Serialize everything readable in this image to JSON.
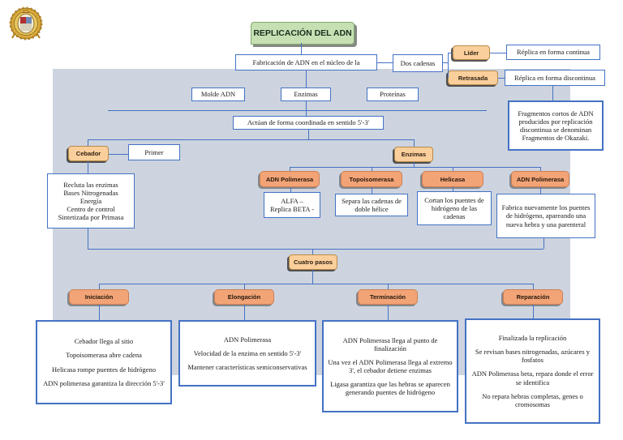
{
  "colors": {
    "panel_background": "#cdd4df",
    "connector_line": "#4472c4",
    "tan_fill": "#fbcf9b",
    "orange_fill": "#f2a477",
    "green_fill": "#c6e0b4",
    "box_border": "#4472c4"
  },
  "header": {
    "title": "REPLICACIÓN DEL ADN",
    "logo_icon": "university-seal"
  },
  "top_flow": {
    "fabricacion": "Fabricación de ADN en el núcleo de la",
    "dos_cadenas": "Dos cadenas",
    "lider": "Líder",
    "replica_continua": "Réplica en forma continua",
    "retrasada": "Retrasada",
    "replica_discontinua": "Réplica en forma discontinua",
    "okazaki": "Fragmentos cortos de ADN producidos por replicación discontinua se denominan Fragmentos de Okazaki.",
    "molde_adn": "Molde ADN",
    "enzimas": "Enzimas",
    "proteinas": "Proteínas",
    "actuan": "Actúan de forma coordinada en sentido 5'-3'"
  },
  "cebador_branch": {
    "cebador": "Cebador",
    "primer": "Primer",
    "recluta": [
      "Recluta las enzimas",
      "Bases Nitrogenadas",
      "Energía",
      "Centro de control",
      "Sintetizada por Primasa"
    ]
  },
  "enzimas_branch": {
    "label": "Enzimas",
    "items": [
      {
        "name": "ADN Polimerasa",
        "detail": [
          "ALFA –",
          "Replica BETA -"
        ]
      },
      {
        "name": "Topoisomerasa",
        "detail": [
          "Separa las cadenas de doble hélice"
        ]
      },
      {
        "name": "Helicasa",
        "detail": [
          "Cortan los puentes de hidrógeno de las cadenas"
        ]
      },
      {
        "name": "ADN Polimerasa",
        "detail": [
          "Fabrica nuevamente los puentes de hidrógeno, apareando una nueva hebra y una parenteral"
        ]
      }
    ]
  },
  "pasos": {
    "label": "Cuatro pasos",
    "steps": [
      {
        "name": "Iniciación",
        "detail": [
          "Cebador llega al sitio",
          "Topoisomerasa abre cadena",
          "Helicasa rompe puentes de hidrógeno",
          "ADN polimerasa garantiza la dirección 5'-3'"
        ]
      },
      {
        "name": "Elongación",
        "detail": [
          "ADN Polimerasa",
          "Velocidad de la enzima en sentido 5'-3'",
          "Mantener características semiconservativas"
        ]
      },
      {
        "name": "Terminación",
        "detail": [
          "ADN Polimerasa llega al punto de finalización",
          "Una vez el ADN Polimerasa llega al extremo 3', el cebador detiene enzimas",
          "Ligasa garantiza que las hebras se aparecen generando puentes de hidrógeno"
        ]
      },
      {
        "name": "Reparación",
        "detail": [
          "Finalizada la replicación",
          "Se revisan bases nitrogenadas, azúcares y fosfatos",
          "ADN Polimerasa beta, repara donde el error se identifica",
          "No repara hebras completas, genes o cromosomas"
        ]
      }
    ]
  }
}
